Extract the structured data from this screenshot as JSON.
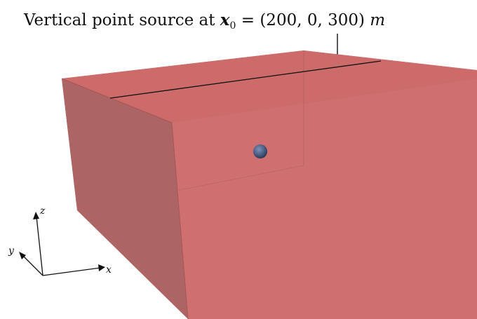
{
  "title": {
    "prefix": "Vertical point source at ",
    "symbol": "x",
    "subscript": "0",
    "equals": " = (200, 0, 300) ",
    "unit": "m"
  },
  "axes": {
    "x_label": "x",
    "y_label": "y",
    "z_label": "z"
  },
  "colors": {
    "box_face": "#c95a5a",
    "box_face_dark": "#b05555",
    "source_sphere": "#4c5f86",
    "line": "#111111"
  }
}
